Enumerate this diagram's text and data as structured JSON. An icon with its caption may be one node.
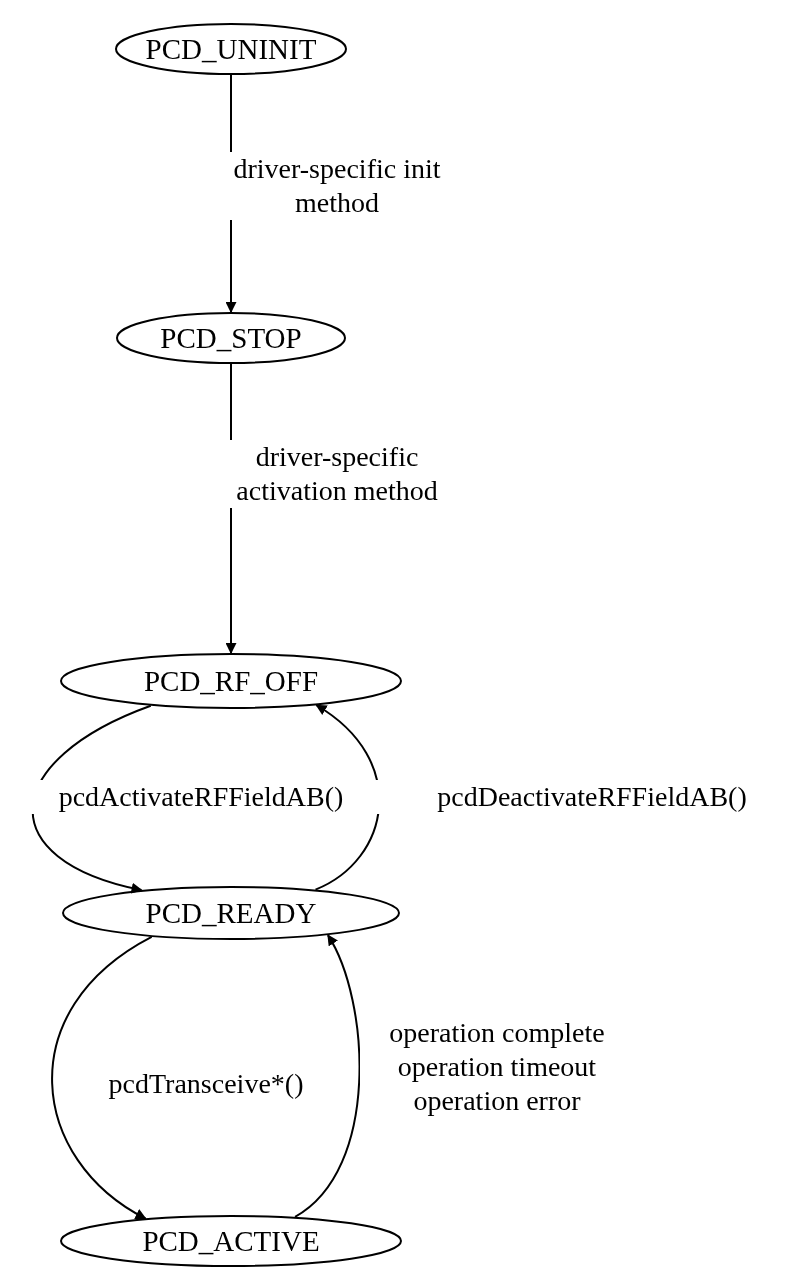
{
  "diagram": {
    "nodes": [
      {
        "text": [
          "PCD_UNINIT"
        ]
      },
      {
        "text": [
          "PCD_STOP"
        ]
      },
      {
        "text": [
          "PCD_RF_OFF"
        ]
      },
      {
        "text": [
          "PCD_READY"
        ]
      },
      {
        "text": [
          "PCD_ACTIVE"
        ]
      }
    ],
    "edges": [
      {
        "from": 0,
        "to": 1,
        "arrow": "to",
        "label": "driver-specific init method"
      },
      {
        "from": 1,
        "to": 2,
        "arrow": "to",
        "label": "driver-specific activation method"
      },
      {
        "from": 2,
        "to": 3,
        "arrow": "to",
        "label": "pcdActivateRFFieldAB()"
      },
      {
        "from": 3,
        "to": 2,
        "arrow": "to",
        "label": "pcdDeactivateRFFieldAB()"
      },
      {
        "from": 3,
        "to": 4,
        "arrow": "to",
        "label": "pcdTransceive*()"
      },
      {
        "from": 4,
        "to": 3,
        "arrow": "to",
        "label": "operation complete operation timeout operation error"
      }
    ]
  }
}
